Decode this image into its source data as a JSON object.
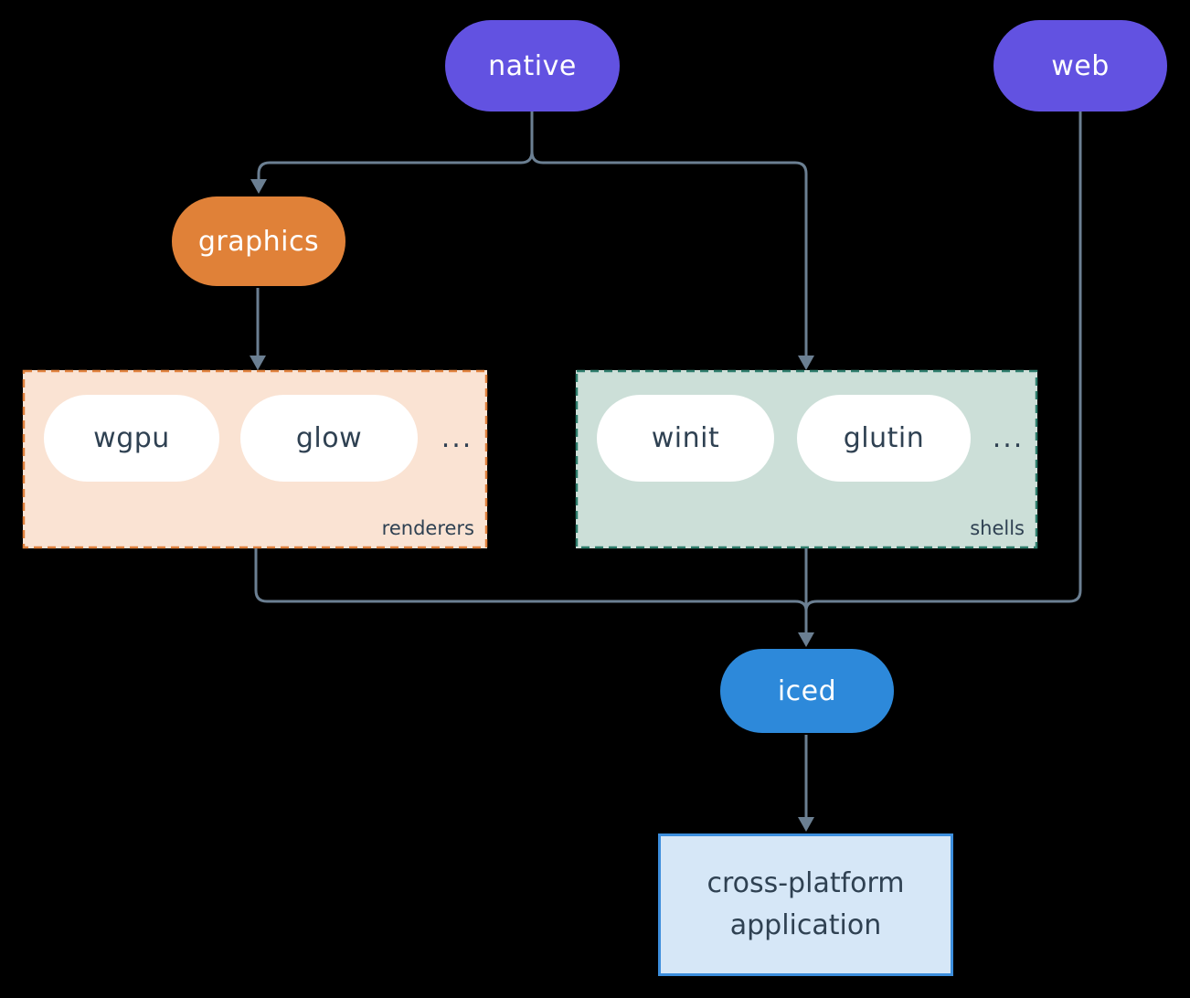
{
  "diagram": {
    "nodes": {
      "native": "native",
      "web": "web",
      "graphics": "graphics",
      "iced": "iced",
      "application": {
        "lines": [
          "cross-platform",
          "application"
        ]
      }
    },
    "groups": {
      "renderers": {
        "label": "renderers",
        "items": [
          "wgpu",
          "glow"
        ],
        "ellipsis": "..."
      },
      "shells": {
        "label": "shells",
        "items": [
          "winit",
          "glutin"
        ],
        "ellipsis": "..."
      }
    },
    "colors": {
      "background": "#000000",
      "native_web_pill": "#6252e1",
      "graphics_pill": "#e08138",
      "iced_pill": "#2d89da",
      "renderers_fill": "#fae3d3",
      "renderers_border": "#e0823e",
      "shells_fill": "#ccdfd8",
      "shells_border": "#2f7e6d",
      "app_fill": "#d6e7f7",
      "app_border": "#3c8edd",
      "connector": "#6b7f92",
      "dark_text": "#2f4152",
      "pill_text": "#ffffff"
    }
  }
}
